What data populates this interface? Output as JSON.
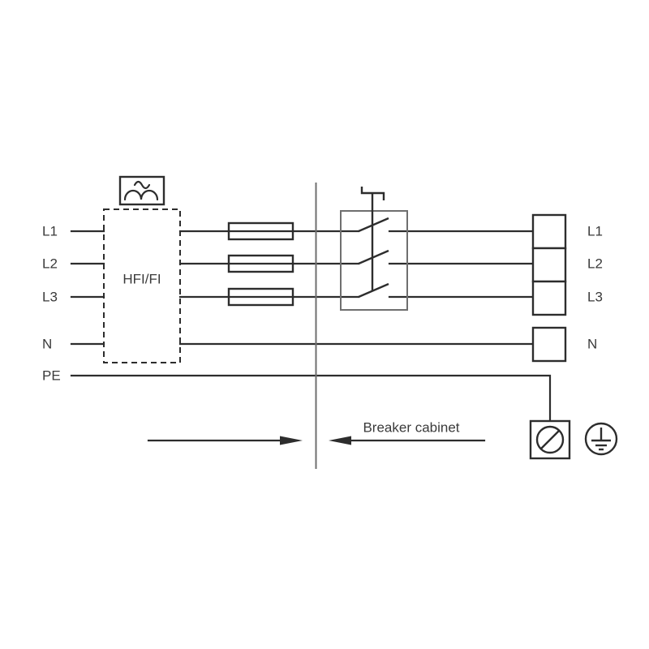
{
  "colors": {
    "background": "#ffffff",
    "line": "#2d2d2d",
    "muted": "#6f6f6f",
    "text": "#3a3a3a"
  },
  "labels": {
    "left": [
      "L1",
      "L2",
      "L3",
      "N",
      "PE"
    ],
    "right": [
      "L1",
      "L2",
      "L3",
      "N"
    ],
    "rcd": "HFI/FI",
    "boundary": "Breaker cabinet"
  },
  "icons": {
    "rcd_test": "sine-wave-symbol",
    "fuse": "fuse-rectangle-symbol",
    "switch": "three-pole-switch-with-handle",
    "earth_terminal": "circle-slash-screw-terminal",
    "protective_earth": "earth-ground-in-circle"
  }
}
